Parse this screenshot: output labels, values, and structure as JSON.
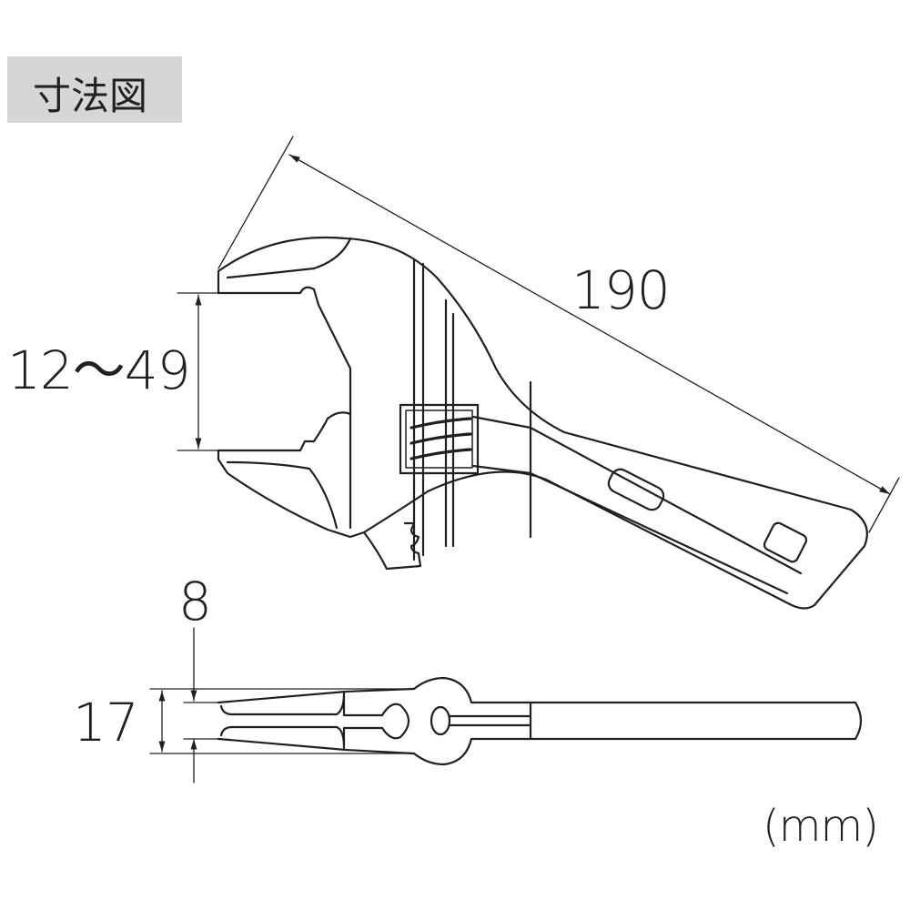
{
  "header": {
    "label": "寸法図"
  },
  "dimensions": {
    "overall_length": "190",
    "jaw_opening": "12～49",
    "jaw_thickness": "8",
    "head_thickness": "17",
    "unit": "(mm)"
  },
  "colors": {
    "line": "#231f20",
    "label_bg": "#d6d6d6"
  }
}
